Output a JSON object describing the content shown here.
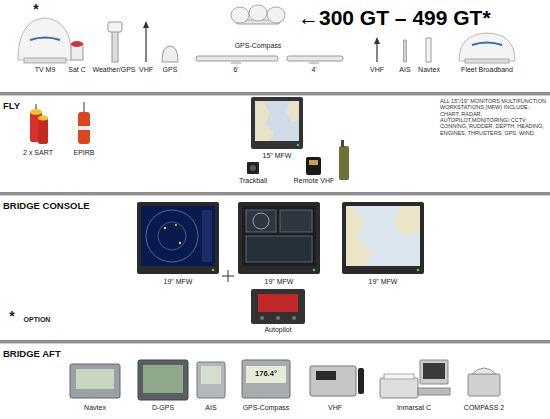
{
  "diagram": {
    "title": "←300 GT – 499 GT*",
    "nodes": [
      {
        "text": [
          "FLY"
        ]
      },
      {
        "text": [
          "BRIDGE CONSOLE"
        ]
      },
      {
        "text": [
          "BRIDGE AFT"
        ]
      }
    ],
    "labels": [
      "*",
      "TV M9",
      "Sat C",
      "Weather/GPS",
      "VHF",
      "GPS",
      "GPS-Compass",
      "6'",
      "4'",
      "VHF",
      "AIS",
      "Navtex",
      "Fleet Broadband",
      "ALL 15\"/19\" MONITORS MULTIFUNCTION WORKSTATIONS (MFW) INCLUDE: CHART, RADAR, AUTOPILOT,MONITORING/ CCTV, CONNING, RUDDER, DEPTH, HEADING, ENGINES, THRUSTERS, GPS, WIND",
      "2 x SART",
      "EPIRB",
      "15\" MFW",
      "Trackball",
      "Remote VHF",
      "19\" MFW",
      "19\" MFW",
      "19\" MFW",
      "*",
      "OPTION",
      "Autopilot",
      "176.4°",
      "Navtex",
      "D-GPS",
      "AIS",
      "GPS-Compass",
      "VHF",
      "Inmarsat C",
      "COMPASS 2"
    ]
  }
}
